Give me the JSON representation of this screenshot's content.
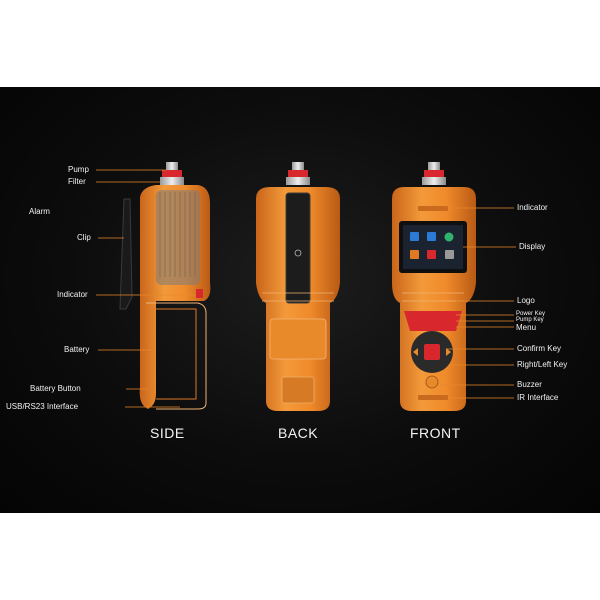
{
  "labels": {
    "pump": "Pump",
    "filter": "Filter",
    "alarm": "Alarm",
    "clip": "Clip",
    "indicator_side": "Indicator",
    "battery": "Battery",
    "battery_button": "Battery Button",
    "usb_interface": "USB/RS23  Interface",
    "indicator_front": "Indicator",
    "display": "Display",
    "logo": "Logo",
    "power_key": "Power Key",
    "pump_key": "Pump Key",
    "menu": "Menu",
    "confirm_key": "Confirm Key",
    "right_left_key": "Right/Left Key",
    "buzzer": "Buzzer",
    "ir_interface": "IR Interface"
  },
  "views": {
    "side": "SIDE",
    "back": "BACK",
    "front": "FRONT"
  },
  "colors": {
    "background": "#0a0a0a",
    "body_orange": "#ee8422",
    "line_orange": "#e8892a",
    "label_text": "#f2f2f2",
    "screen": "#1b2230",
    "cap_red": "#d8282d"
  }
}
